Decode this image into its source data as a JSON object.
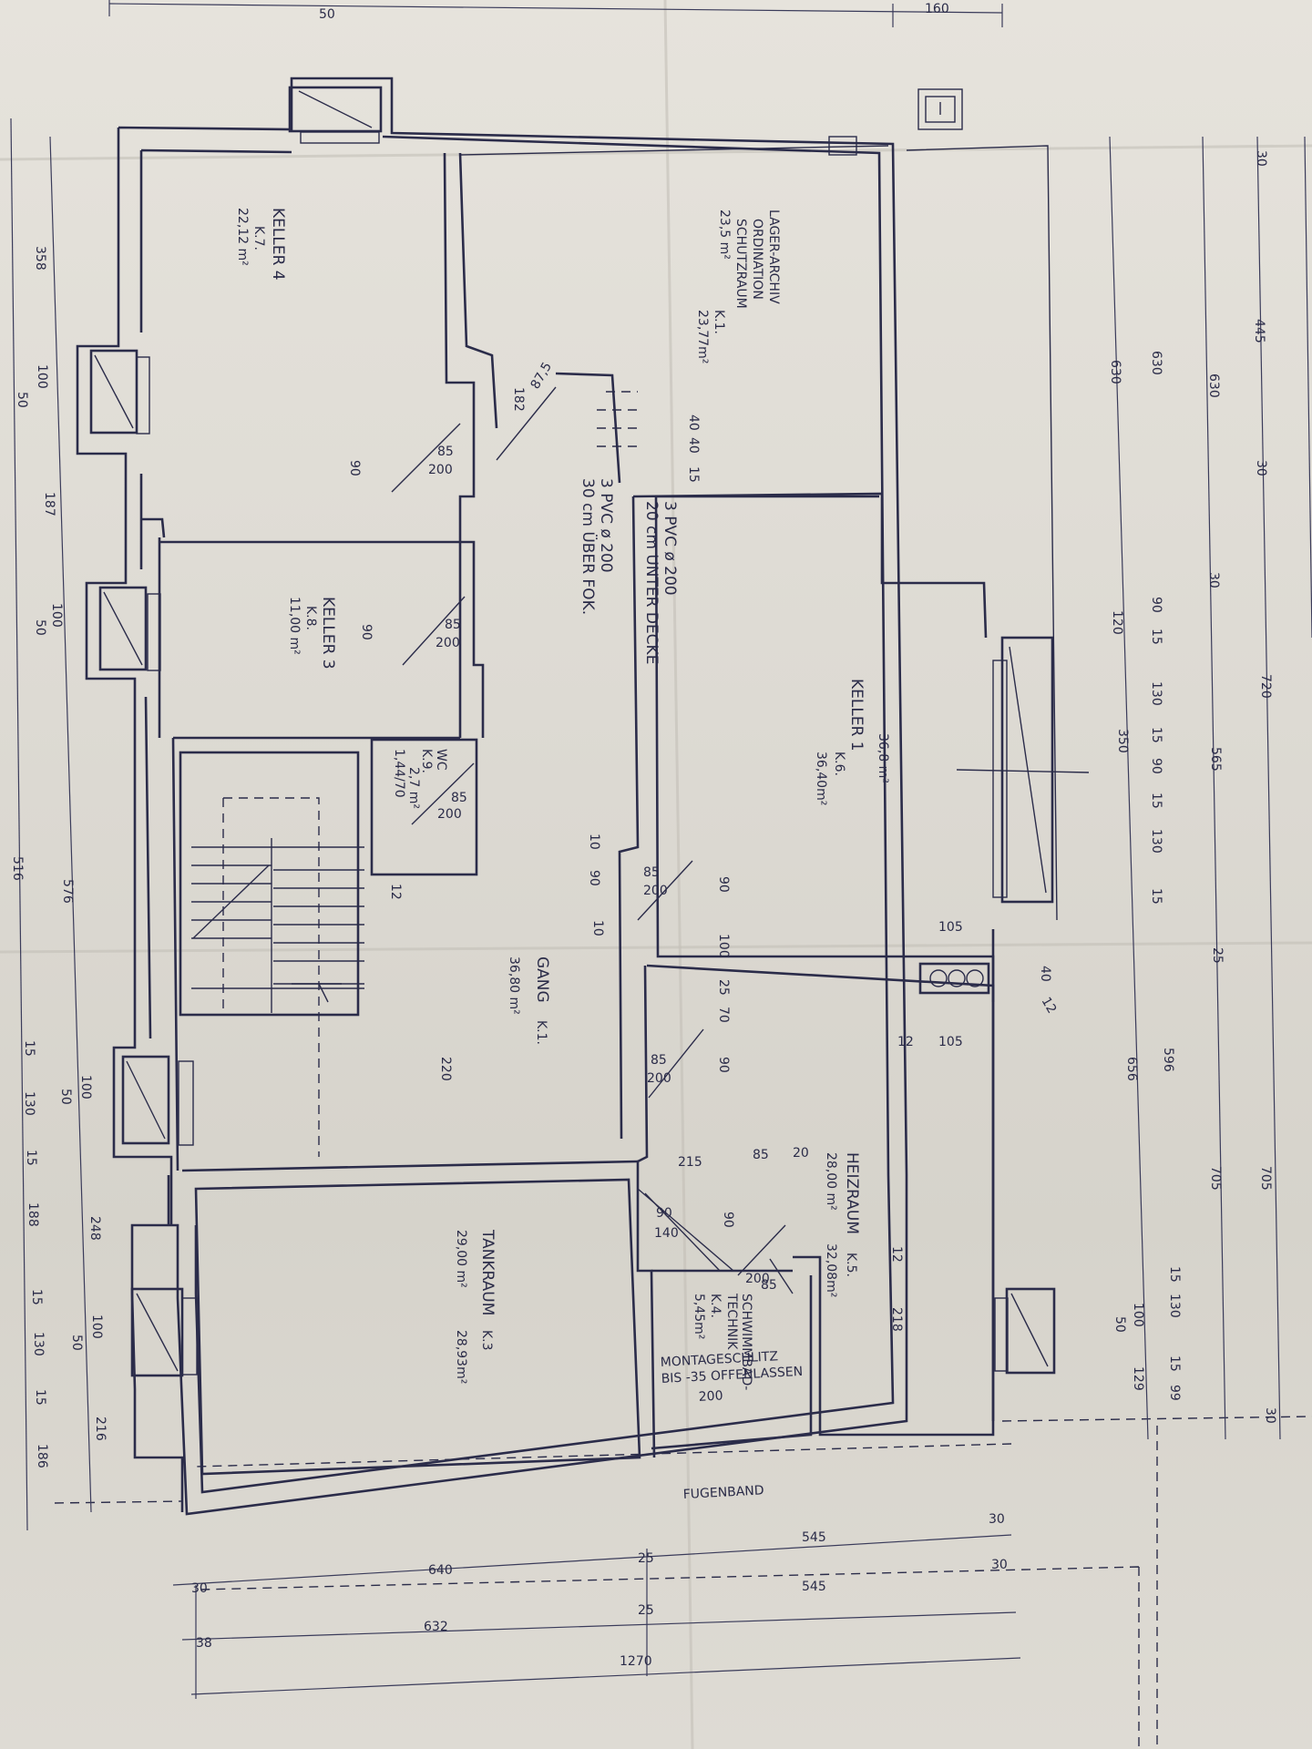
{
  "rooms": {
    "keller4": {
      "name": "KELLER 4",
      "code": "K.7.",
      "area": "22,12 m²"
    },
    "lager": {
      "line1": "LAGER-ARCHIV",
      "line2": "ORDINATION",
      "line3": "SCHUTZRAUM",
      "area1": "23,5 m²",
      "code": "K.1.",
      "area2": "23,77m²"
    },
    "keller3": {
      "name": "KELLER 3",
      "code": "K.8.",
      "area": "11,00 m²"
    },
    "keller1": {
      "name": "KELLER 1",
      "code": "K.6.",
      "area1": "36,8 m²",
      "area2": "36,40m²"
    },
    "wc": {
      "name": "WC",
      "code": "K.9.",
      "area": "2,7 m²",
      "size": "1,44/70"
    },
    "gang": {
      "name": "GANG",
      "code": "K.1.",
      "area": "36,80 m²"
    },
    "heizraum": {
      "name": "HEIZRAUM",
      "code": "K.5.",
      "area1": "28,00 m²",
      "area2": "32,08m²"
    },
    "tankraum": {
      "name": "TANKRAUM",
      "code": "K.3",
      "area1": "29,00 m²",
      "area2": "28,93m²"
    },
    "schwimmbad": {
      "line1": "SCHWIMMBAD-",
      "line2": "TECHNIK",
      "code": "K.4.",
      "area": "5,45m²"
    }
  },
  "notes": {
    "pipe1a": "3 PVC ø 200",
    "pipe1b": "30 cm ÜBER FOK.",
    "pipe2a": "3 PVC ø 200",
    "pipe2b": "20 cm UNTER DECKE",
    "montage1": "MONTAGESCHLITZ",
    "montage2": "BIS -35 OFFENLASSEN",
    "fugenband": "FUGENBAND"
  },
  "dims": {
    "top_a": "50",
    "top_b": "160",
    "d445": "445",
    "d630a": "630",
    "d630b": "630",
    "d630c": "630",
    "d720": "720",
    "d565": "565",
    "d705a": "705",
    "d705b": "705",
    "d596": "596",
    "d656": "656",
    "d350": "350",
    "d120": "120",
    "d30a": "30",
    "d30b": "30",
    "d30c": "30",
    "d30d": "30",
    "d25": "25",
    "rc_90": "90",
    "rc_15a": "15",
    "rc_130a": "130",
    "rc_15b": "15",
    "rc_90b": "90",
    "rc_15c": "15",
    "rc_130b": "130",
    "rc_15d": "15",
    "rc_15e": "15",
    "rc_130c": "130",
    "rc_15f": "15",
    "rc_99": "99",
    "rc_100": "100",
    "rc_50": "50",
    "rc_129": "129",
    "l358": "358",
    "l100a": "100",
    "l50a": "50",
    "l187": "187",
    "l100b": "100",
    "l50b": "50",
    "l576": "576",
    "l516": "516",
    "l100c": "100",
    "l50c": "50",
    "l15a": "15",
    "l130a": "130",
    "l15b": "15",
    "l248": "248",
    "l188": "188",
    "l100d": "100",
    "l50d": "50",
    "l15c": "15",
    "l130b": "130",
    "l15d": "15",
    "l216": "216",
    "l186": "186",
    "b545a": "545",
    "b545b": "545",
    "b640": "640",
    "b632": "632",
    "b25a": "25",
    "b25b": "25",
    "b30a": "30",
    "b30b": "30",
    "b30c": "30",
    "b38": "38",
    "b1270": "1270",
    "i90a": "90",
    "i90b": "90",
    "i85a": "85",
    "i200a": "200",
    "i85b": "85",
    "i200b": "200",
    "i85c": "85",
    "i200c": "200",
    "i87": "87,5",
    "i182": "182",
    "i40a": "40",
    "i40b": "40",
    "i15": "15",
    "i10a": "10",
    "i90c": "90",
    "i10b": "10",
    "i85d": "85",
    "i200d": "200",
    "i90d": "90",
    "i100": "100",
    "i25": "25",
    "i70": "70",
    "i90e": "90",
    "i85e": "85",
    "i200e": "200",
    "i105a": "105",
    "i105b": "105",
    "i12a": "12",
    "i40c": "40",
    "i12b": "12",
    "i220": "220",
    "i215": "215",
    "i85f": "85",
    "i20": "20",
    "i90f": "90",
    "i140": "140",
    "i90g": "90",
    "i85g": "85",
    "i200f": "200",
    "i200g": "200",
    "i218": "218",
    "i12c": "12",
    "i12d": "12"
  }
}
